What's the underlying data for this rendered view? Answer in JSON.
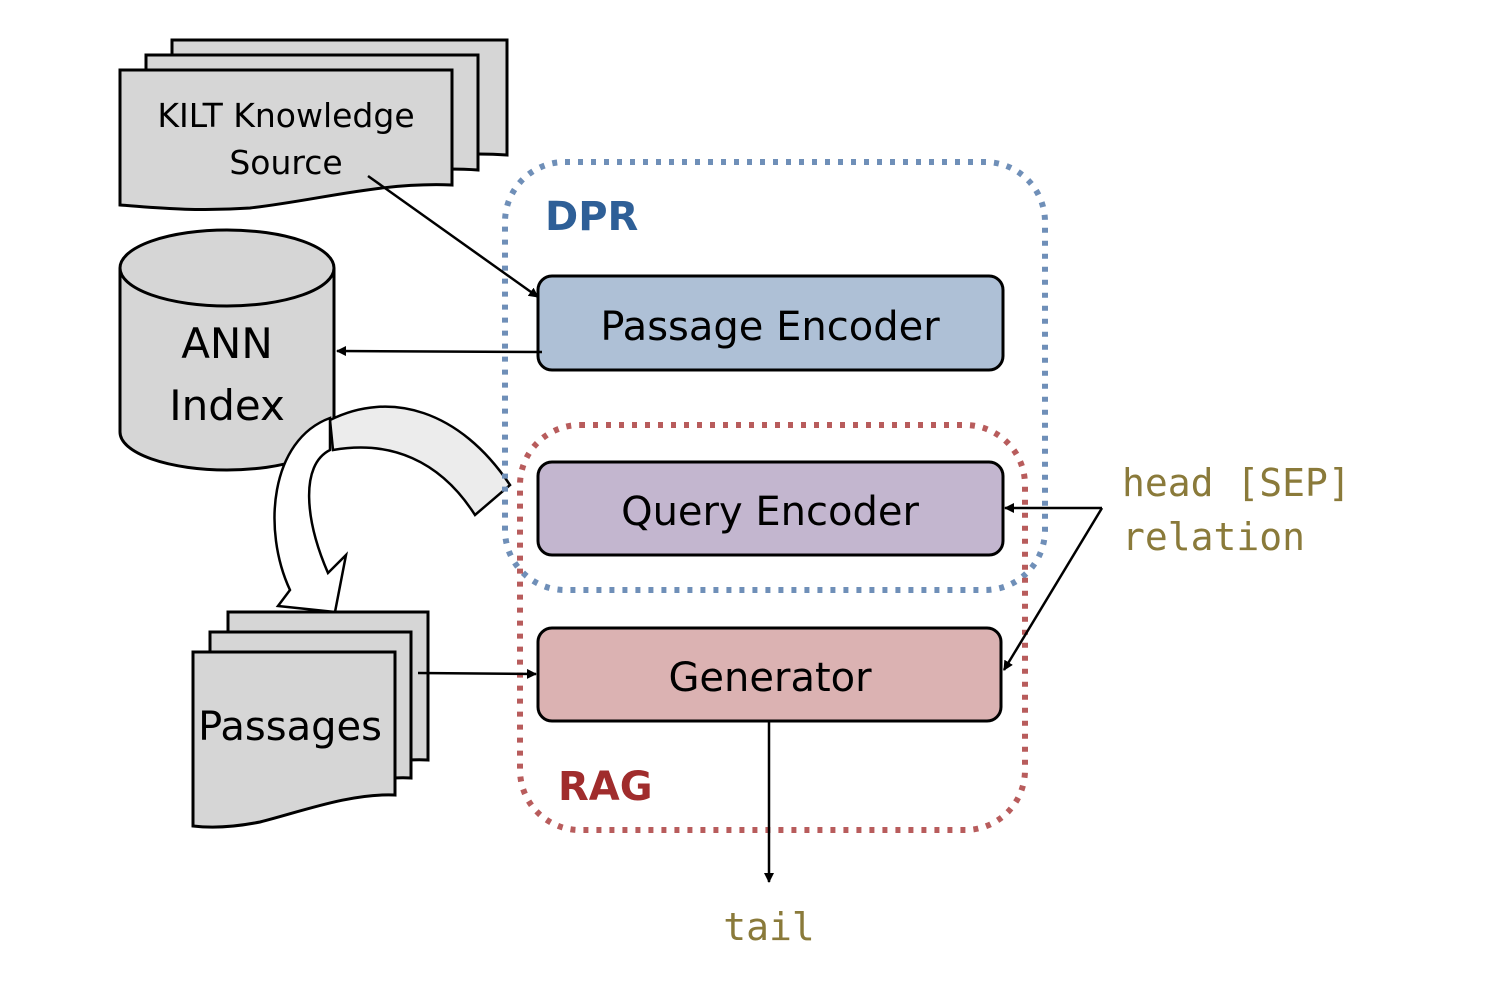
{
  "knowledge_source": {
    "line1": "KILT Knowledge",
    "line2": "Source"
  },
  "ann_index": {
    "line1": "ANN",
    "line2": "Index"
  },
  "passages": {
    "label": "Passages"
  },
  "dpr": {
    "label": "DPR",
    "color": "#2e5f97",
    "border_color": "#6f8fb8"
  },
  "rag": {
    "label": "RAG",
    "color": "#a02c2c",
    "border_color": "#b85c5c"
  },
  "passage_encoder": {
    "label": "Passage Encoder",
    "fill": "#aec0d6"
  },
  "query_encoder": {
    "label": "Query Encoder",
    "fill": "#c3b6cf"
  },
  "generator": {
    "label": "Generator",
    "fill": "#dbb2b2"
  },
  "input": {
    "line1": "head [SEP]",
    "line2": "relation",
    "color": "#8a7a3a"
  },
  "output": {
    "label": "tail",
    "color": "#8a7a3a"
  },
  "doc_fill": "#d6d6d6"
}
